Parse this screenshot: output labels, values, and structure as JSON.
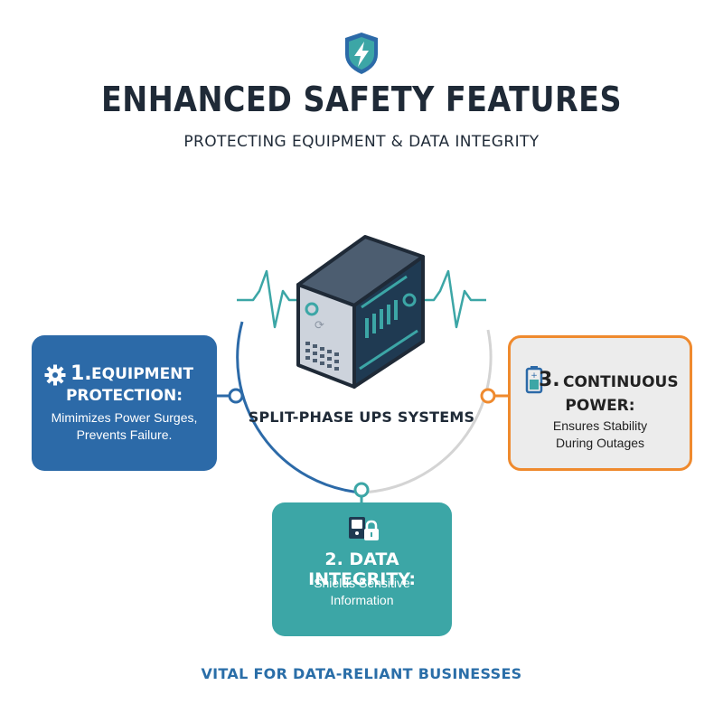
{
  "header": {
    "title": "ENHANCED SAFETY FEATURES",
    "subtitle": "PROTECTING EQUIPMENT & DATA INTEGRITY",
    "icon": "shield-lightning-icon"
  },
  "hub": {
    "label": "SPLIT-PHASE UPS SYSTEMS",
    "icon": "ups-server-icon"
  },
  "features": [
    {
      "number": "1.",
      "title_line1": "EQUIPMENT",
      "title_line2": "PROTECTION:",
      "description": [
        "Mimimizes Power Surges,",
        "Prevents Failure."
      ],
      "icon": "gear-icon",
      "color": "#2c6aa8"
    },
    {
      "number": "2.",
      "title": "2. DATA INTEGRITY:",
      "description": [
        "Shields Sensitive",
        "Information"
      ],
      "icon": "hard-drive-lock-icon",
      "color": "#3ca6a6"
    },
    {
      "number": "3.",
      "title_line1": "CONTINUOUS",
      "title_line2": "POWER:",
      "description": [
        "Ensures Stability",
        "During Outages"
      ],
      "icon": "battery-icon",
      "color": "#ef8a2e"
    }
  ],
  "footer": {
    "text": "VITAL FOR DATA-RELIANT BUSINESSES"
  },
  "colors": {
    "blue": "#2c6aa8",
    "teal": "#3ca6a6",
    "orange": "#ef8a2e",
    "dark": "#1f2a37",
    "gray_arc": "#d4d4d4"
  }
}
